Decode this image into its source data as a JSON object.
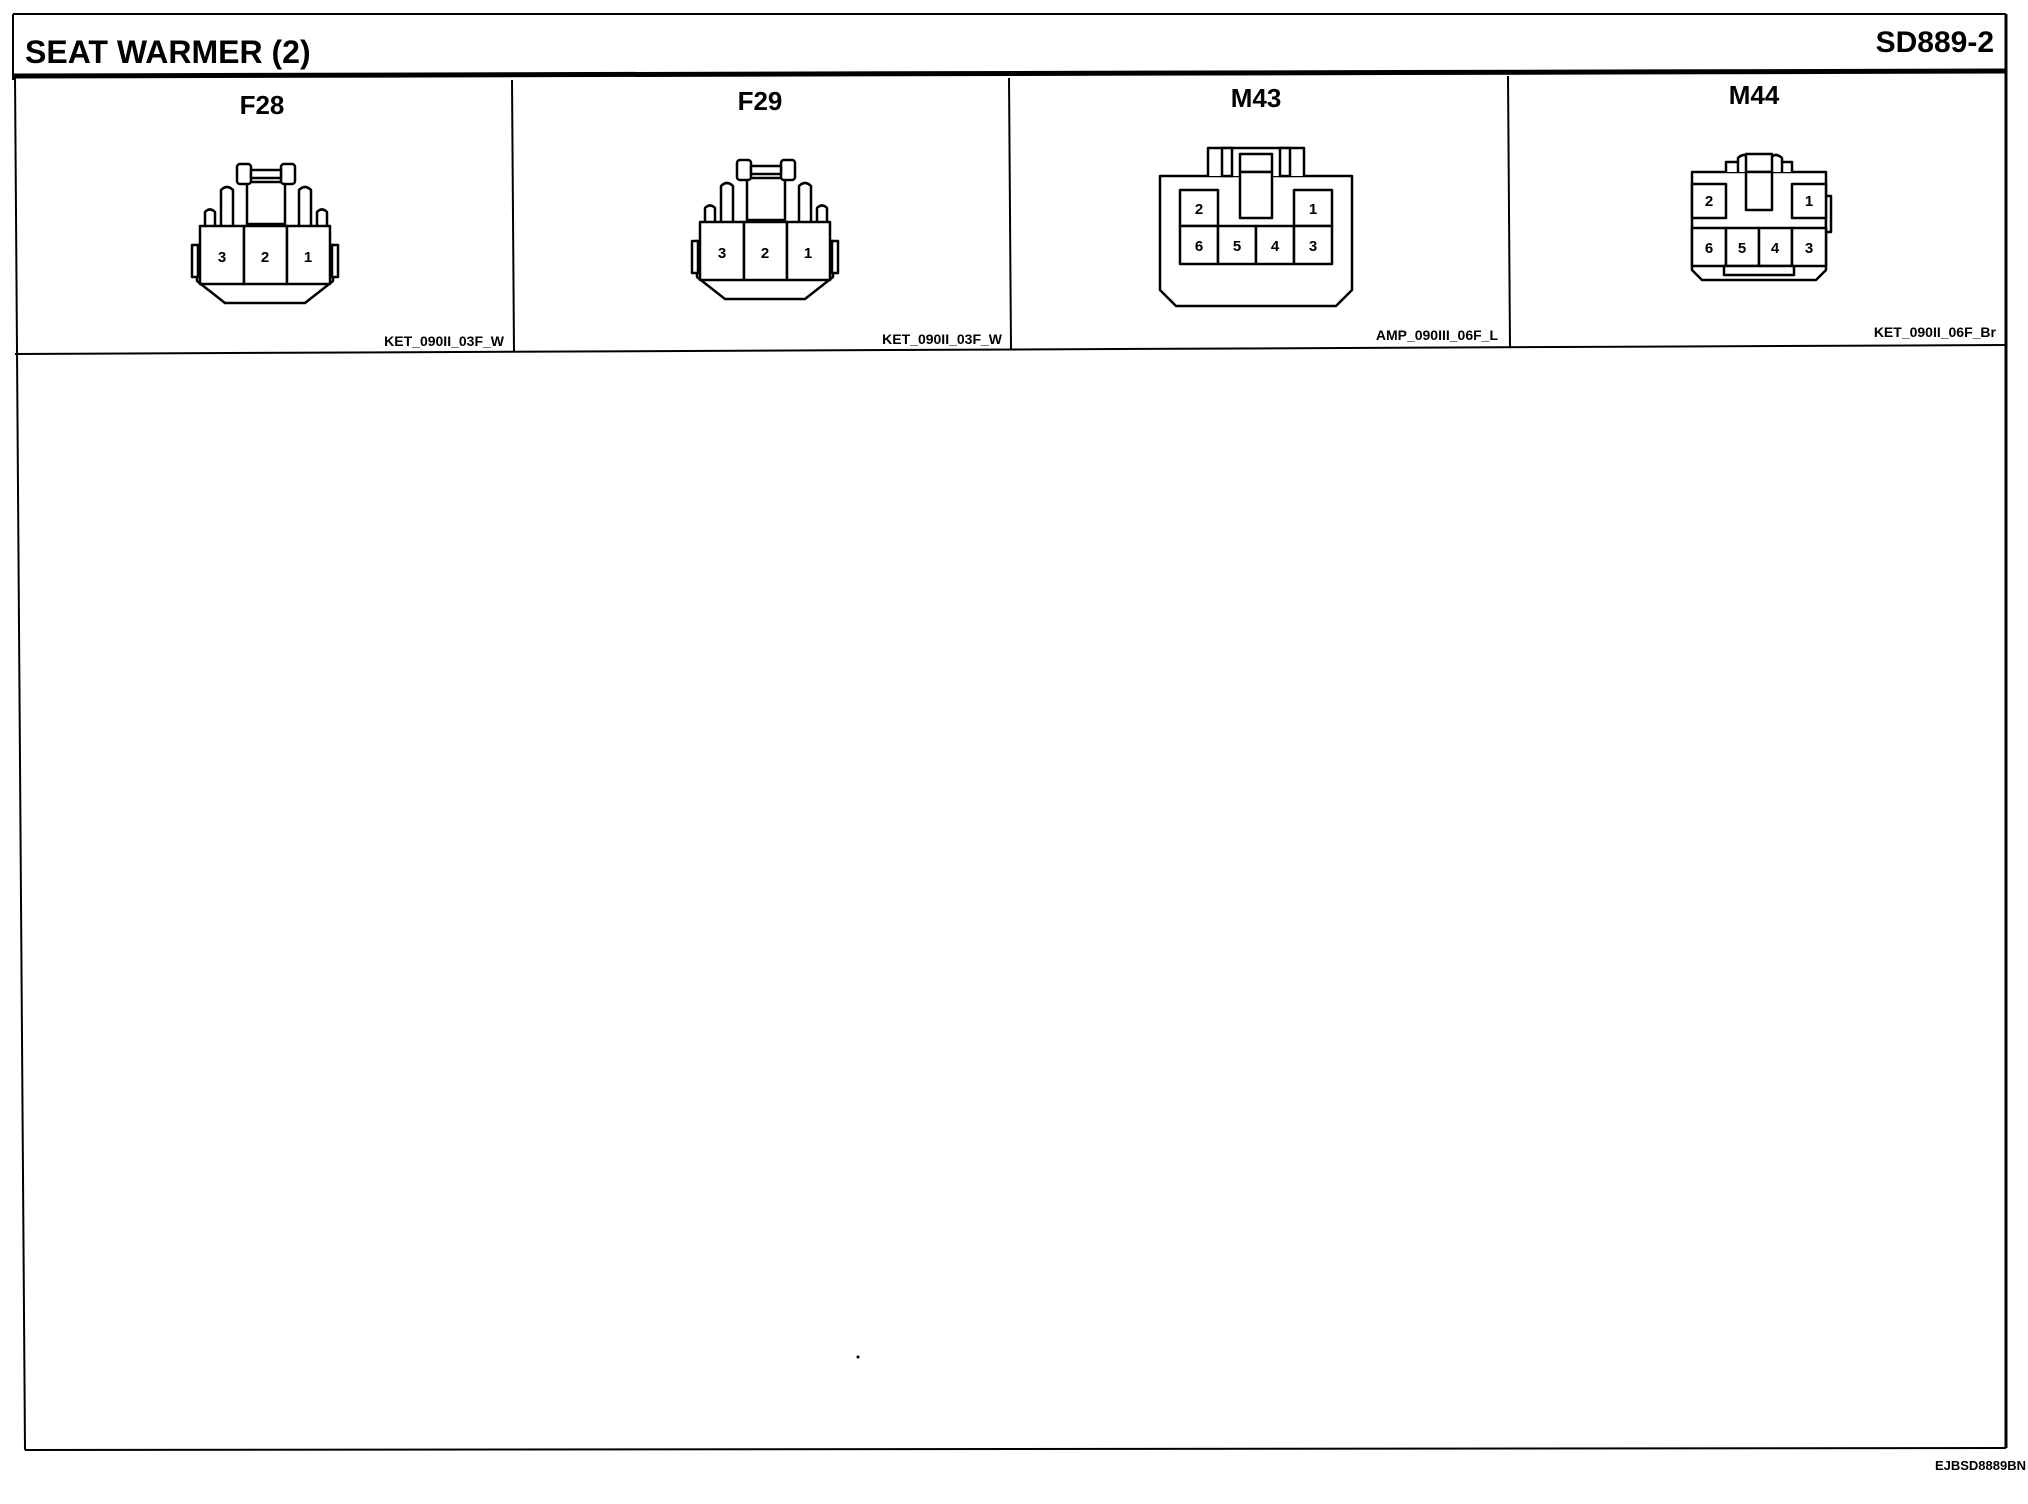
{
  "header": {
    "title": "SEAT WARMER (2)",
    "code": "SD889-2"
  },
  "connectors": [
    {
      "id": "F28",
      "part": "KET_090II_03F_W",
      "pins": [
        "3",
        "2",
        "1"
      ]
    },
    {
      "id": "F29",
      "part": "KET_090II_03F_W",
      "pins": [
        "3",
        "2",
        "1"
      ]
    },
    {
      "id": "M43",
      "part": "AMP_090III_06F_L",
      "pins": [
        "2",
        "1",
        "6",
        "5",
        "4",
        "3"
      ]
    },
    {
      "id": "M44",
      "part": "KET_090II_06F_Br",
      "pins": [
        "2",
        "1",
        "6",
        "5",
        "4",
        "3"
      ]
    }
  ],
  "footer": {
    "doc_id": "EJBSD8889BN"
  },
  "colors": {
    "line": "#000000",
    "background": "#ffffff"
  }
}
